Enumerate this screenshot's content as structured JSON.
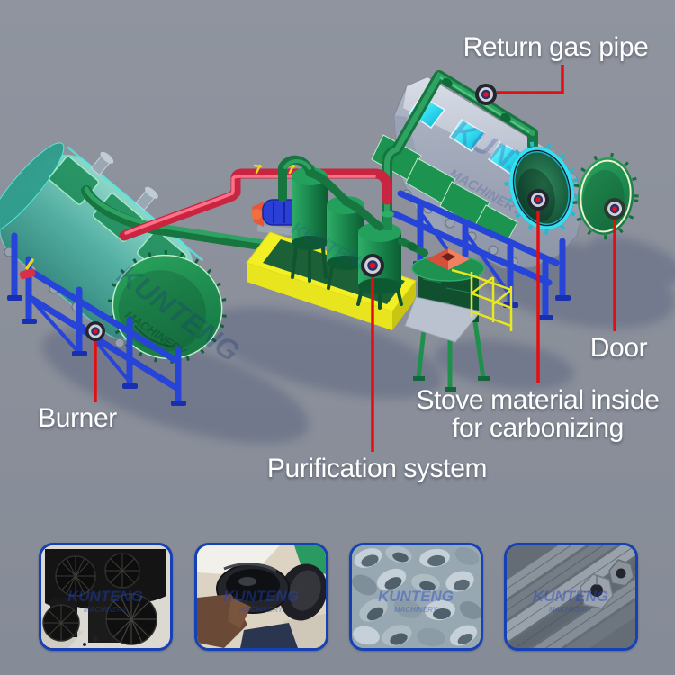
{
  "annotations": {
    "return_gas_pipe": "Return gas pipe",
    "door": "Door",
    "stove_material_line1": "Stove material inside",
    "stove_material_line2": "for carbonizing",
    "purification_system": "Purification system",
    "burner": "Burner"
  },
  "watermark": {
    "brand": "KUNTENG",
    "sub": "MACHINERY"
  },
  "colors": {
    "background": "#8b909b",
    "annotation_line": "#e60d10",
    "label_text": "#ffffff",
    "machine_green": "#1f9150",
    "pipe_red": "#da2a46",
    "frame_blue": "#2744d8",
    "tray_yellow": "#f2ef25",
    "window_cyan": "#35dff2",
    "photo_border_blue": "#1641b5"
  },
  "gallery": [
    {
      "name": "log-charcoal-photo"
    },
    {
      "name": "shell-charcoal-in-hands-photo"
    },
    {
      "name": "charcoal-shell-pieces-photo"
    },
    {
      "name": "briquette-charcoal-photo"
    }
  ]
}
